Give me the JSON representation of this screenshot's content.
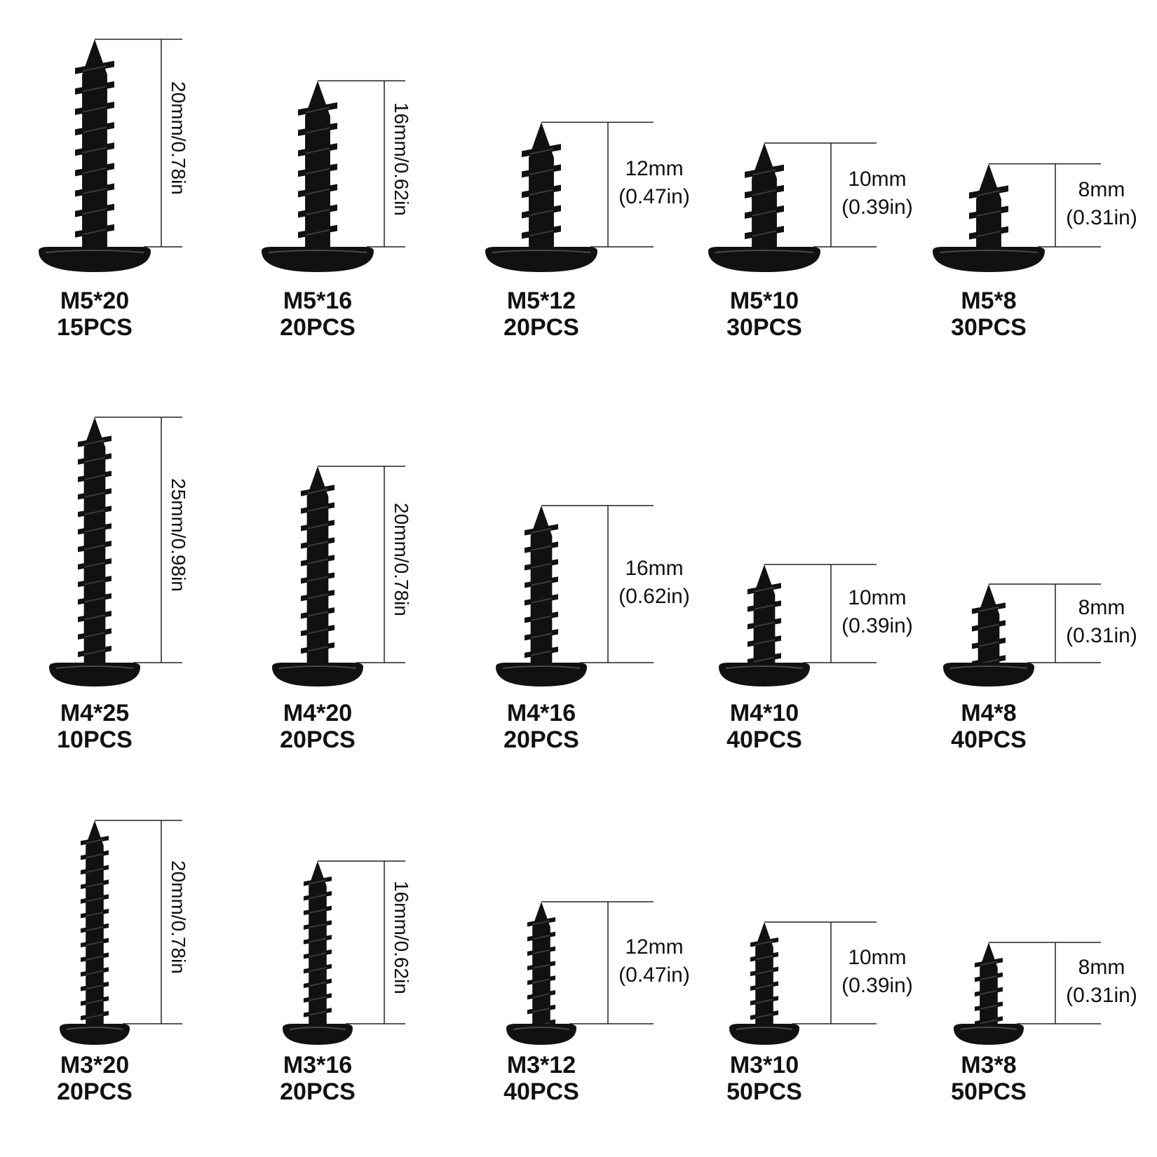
{
  "colors": {
    "screw": "#111111",
    "line": "#222222",
    "text": "#111111",
    "background": "#ffffff"
  },
  "icon": "black-pan-head-self-tapping-screw",
  "rows": [
    {
      "items": [
        {
          "size": "M5*20",
          "qty": "15PCS",
          "length_mm": 20,
          "dim_text": "20mm/0.78in",
          "dim_style": "vertical"
        },
        {
          "size": "M5*16",
          "qty": "20PCS",
          "length_mm": 16,
          "dim_text": "16mm/0.62in",
          "dim_style": "vertical"
        },
        {
          "size": "M5*12",
          "qty": "20PCS",
          "length_mm": 12,
          "dim_text": "12mm",
          "dim_text_in": "(0.47in)",
          "dim_style": "horizontal"
        },
        {
          "size": "M5*10",
          "qty": "30PCS",
          "length_mm": 10,
          "dim_text": "10mm",
          "dim_text_in": "(0.39in)",
          "dim_style": "horizontal"
        },
        {
          "size": "M5*8",
          "qty": "30PCS",
          "length_mm": 8,
          "dim_text": "8mm",
          "dim_text_in": "(0.31in)",
          "dim_style": "horizontal"
        }
      ]
    },
    {
      "items": [
        {
          "size": "M4*25",
          "qty": "10PCS",
          "length_mm": 25,
          "dim_text": "25mm/0.98in",
          "dim_style": "vertical"
        },
        {
          "size": "M4*20",
          "qty": "20PCS",
          "length_mm": 20,
          "dim_text": "20mm/0.78in",
          "dim_style": "vertical"
        },
        {
          "size": "M4*16",
          "qty": "20PCS",
          "length_mm": 16,
          "dim_text": "16mm",
          "dim_text_in": "(0.62in)",
          "dim_style": "horizontal"
        },
        {
          "size": "M4*10",
          "qty": "40PCS",
          "length_mm": 10,
          "dim_text": "10mm",
          "dim_text_in": "(0.39in)",
          "dim_style": "horizontal"
        },
        {
          "size": "M4*8",
          "qty": "40PCS",
          "length_mm": 8,
          "dim_text": "8mm",
          "dim_text_in": "(0.31in)",
          "dim_style": "horizontal"
        }
      ]
    },
    {
      "items": [
        {
          "size": "M3*20",
          "qty": "20PCS",
          "length_mm": 20,
          "dim_text": "20mm/0.78in",
          "dim_style": "vertical"
        },
        {
          "size": "M3*16",
          "qty": "20PCS",
          "length_mm": 16,
          "dim_text": "16mm/0.62in",
          "dim_style": "vertical"
        },
        {
          "size": "M3*12",
          "qty": "40PCS",
          "length_mm": 12,
          "dim_text": "12mm",
          "dim_text_in": "(0.47in)",
          "dim_style": "horizontal"
        },
        {
          "size": "M3*10",
          "qty": "50PCS",
          "length_mm": 10,
          "dim_text": "10mm",
          "dim_text_in": "(0.39in)",
          "dim_style": "horizontal"
        },
        {
          "size": "M3*8",
          "qty": "50PCS",
          "length_mm": 8,
          "dim_text": "8mm",
          "dim_text_in": "(0.31in)",
          "dim_style": "horizontal"
        }
      ]
    }
  ]
}
